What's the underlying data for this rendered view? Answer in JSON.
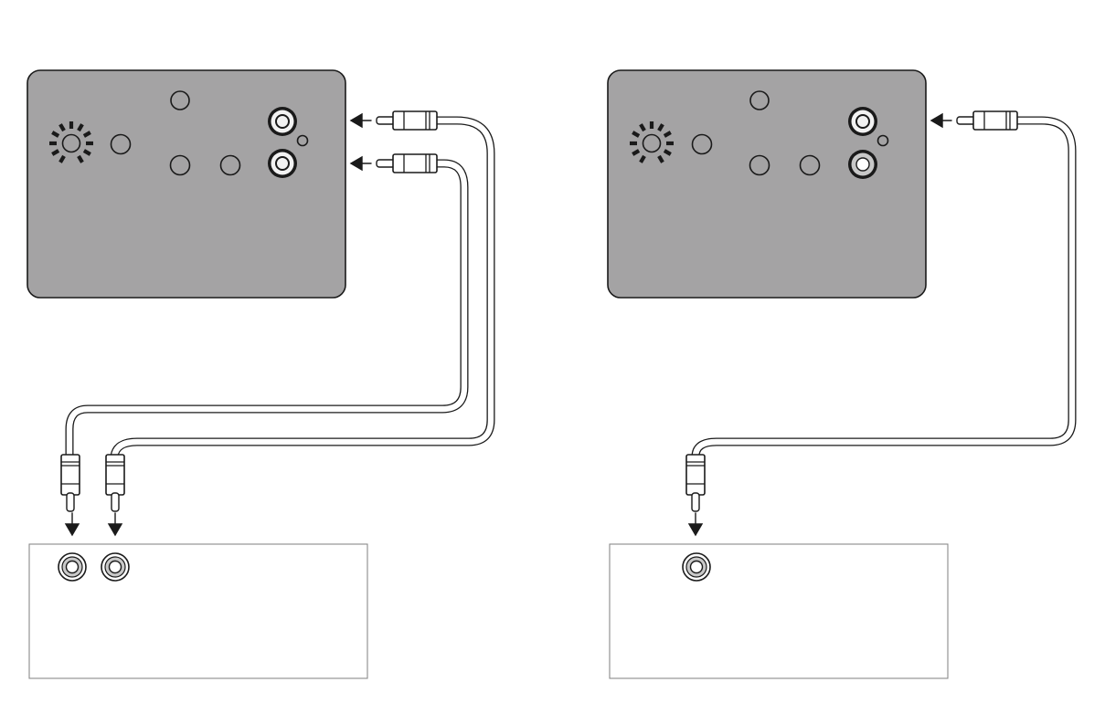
{
  "diagram": {
    "description_label": "",
    "colors": {
      "panel_fill": "#a4a3a4",
      "outline": "#1a1a1a",
      "receiver_box_stroke": "#8a8a8a",
      "jack_white_ring": "#f2f2f2",
      "jack_grey_ring": "#c8c8c8",
      "background": "#ffffff"
    },
    "figures": [
      {
        "id": "stereo-connection",
        "source_device": {
          "icons": [
            "speaker-grille-icon",
            "knob-icon",
            "output-jack-icon"
          ],
          "knob_count": 4,
          "output_jacks": [
            "white",
            "white"
          ]
        },
        "cables": 2,
        "receiver": {
          "input_jacks": 2
        }
      },
      {
        "id": "mono-connection",
        "source_device": {
          "icons": [
            "speaker-grille-icon",
            "knob-icon",
            "output-jack-icon"
          ],
          "knob_count": 4,
          "output_jacks": [
            "white",
            "grey"
          ]
        },
        "cables": 1,
        "receiver": {
          "input_jacks": 1
        }
      }
    ]
  }
}
